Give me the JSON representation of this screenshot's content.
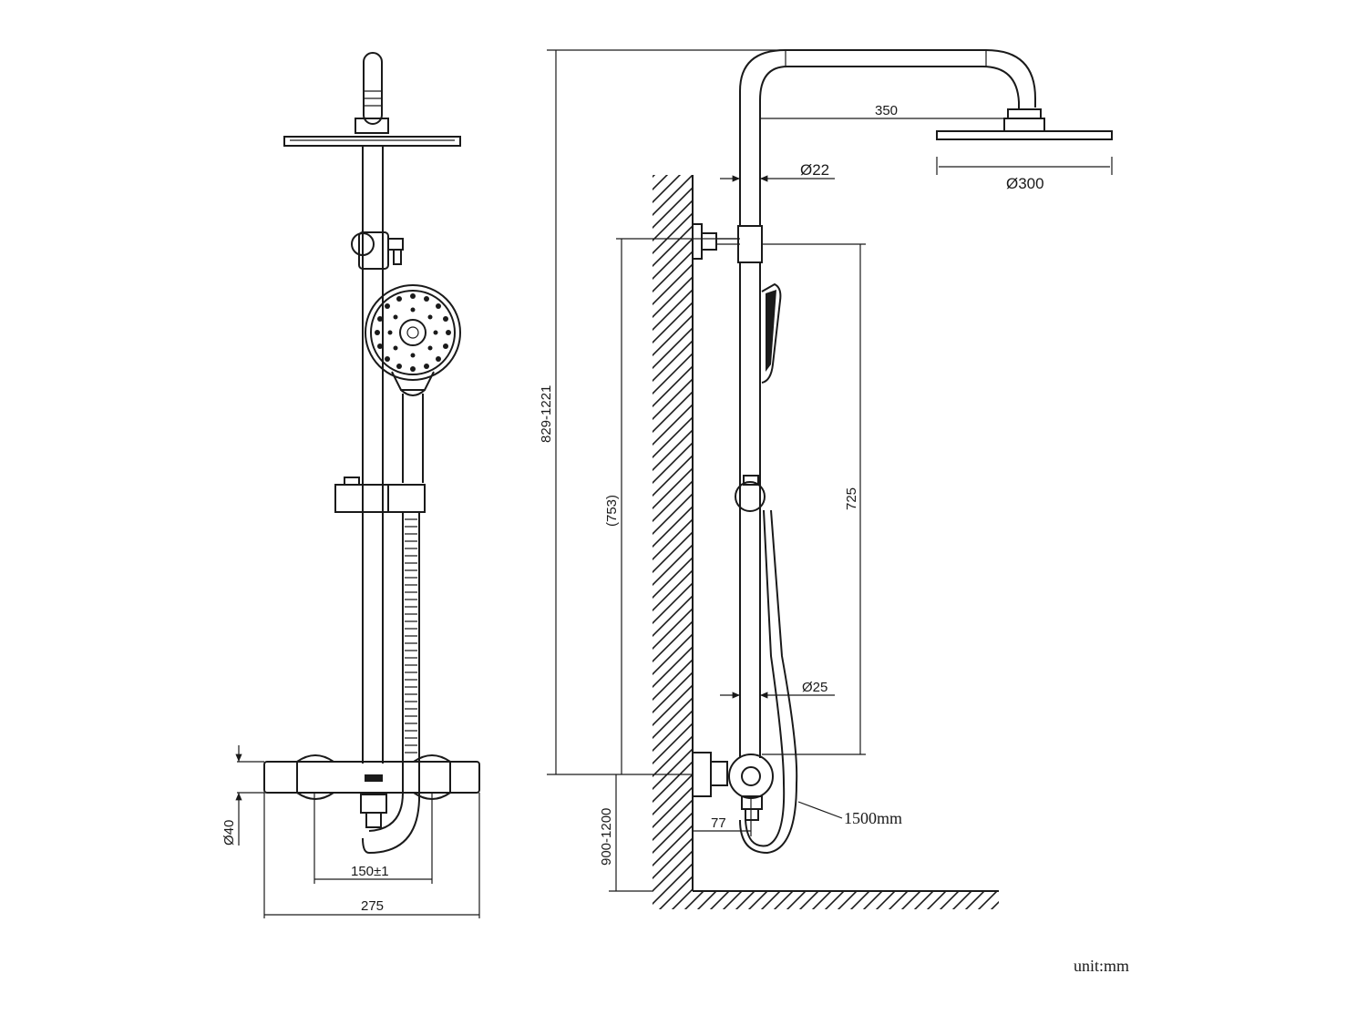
{
  "dimensions": {
    "arm_length": "350",
    "arm_pipe_dia": "Ø22",
    "head_dia": "Ø300",
    "total_height": "829-1221",
    "bracket_height": "(753)",
    "slide_rail": "725",
    "lower_pipe_dia": "Ø25",
    "hose_length": "1500mm",
    "valve_offset": "77",
    "install_height": "900-1200",
    "body_dia": "Ø40",
    "inlet_spacing": "150±1",
    "body_width": "275"
  },
  "unit_label": "unit:mm"
}
